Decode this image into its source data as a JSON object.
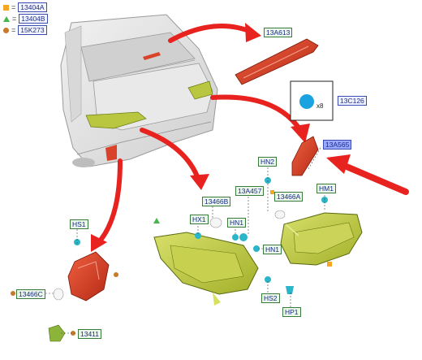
{
  "legend": [
    {
      "code": "13404A",
      "symbol": "square",
      "color": "#f5a623"
    },
    {
      "code": "13404B",
      "symbol": "triangle",
      "color": "#46b64a"
    },
    {
      "code": "15K273",
      "symbol": "circle",
      "color": "#c87a2a"
    }
  ],
  "legend_equals": "=",
  "callouts": {
    "c13A613": "13A613",
    "c13C126": "13C126",
    "c13A565": "13A565",
    "cHN2": "HN2",
    "c13A457": "13A457",
    "c13466A": "13466A",
    "cHM1": "HM1",
    "c13466B": "13466B",
    "cHX1": "HX1",
    "cHN1a": "HN1",
    "cHN1b": "HN1",
    "cHS1": "HS1",
    "cHS2": "HS2",
    "cHP1": "HP1",
    "c13466C": "13466C",
    "c13411": "13411"
  },
  "quantity": "x8",
  "colors": {
    "arrow": "#e8231f",
    "lamp_lens": "#b9c640",
    "red_lens": "#d8432a",
    "car_body": "#e2e2e2",
    "clip_blue": "#1aa3e0"
  }
}
